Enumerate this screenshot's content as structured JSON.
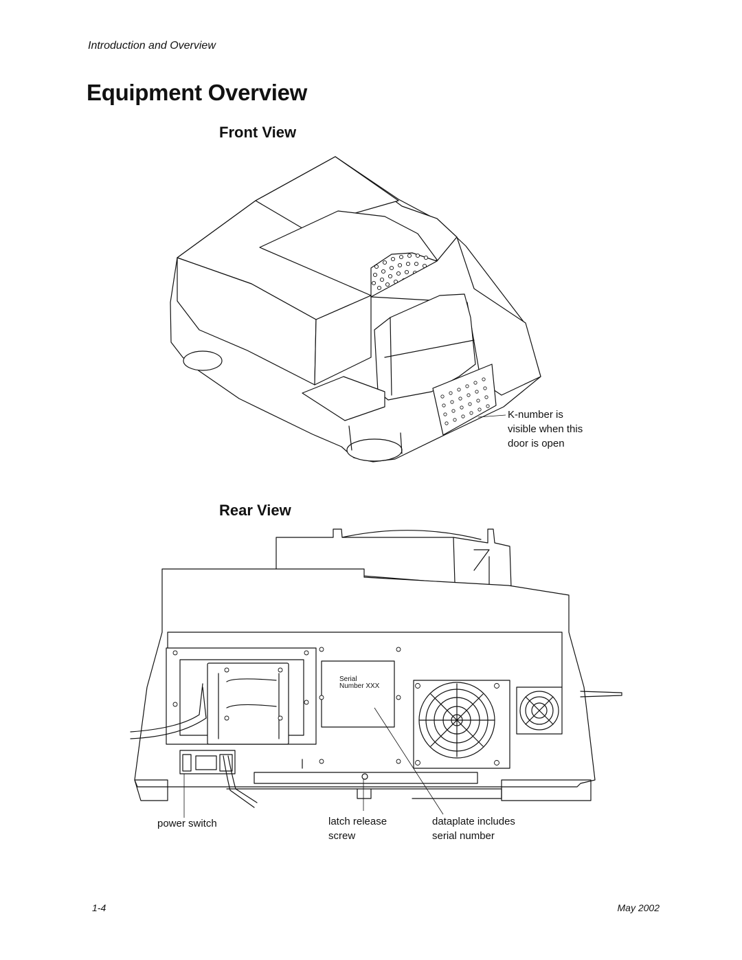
{
  "header": {
    "section": "Introduction and Overview"
  },
  "page": {
    "title": "Equipment Overview"
  },
  "front_view": {
    "heading": "Front View",
    "callout_knumber": [
      "K-number is",
      "visible when this",
      "door is open"
    ]
  },
  "rear_view": {
    "heading": "Rear View",
    "dataplate_text": [
      "Serial",
      "Number XXX"
    ],
    "callout_power": "power switch",
    "callout_latch": [
      "latch release",
      "screw"
    ],
    "callout_dataplate": [
      "dataplate includes",
      "serial number"
    ]
  },
  "footer": {
    "page_number": "1-4",
    "date": "May 2002"
  }
}
